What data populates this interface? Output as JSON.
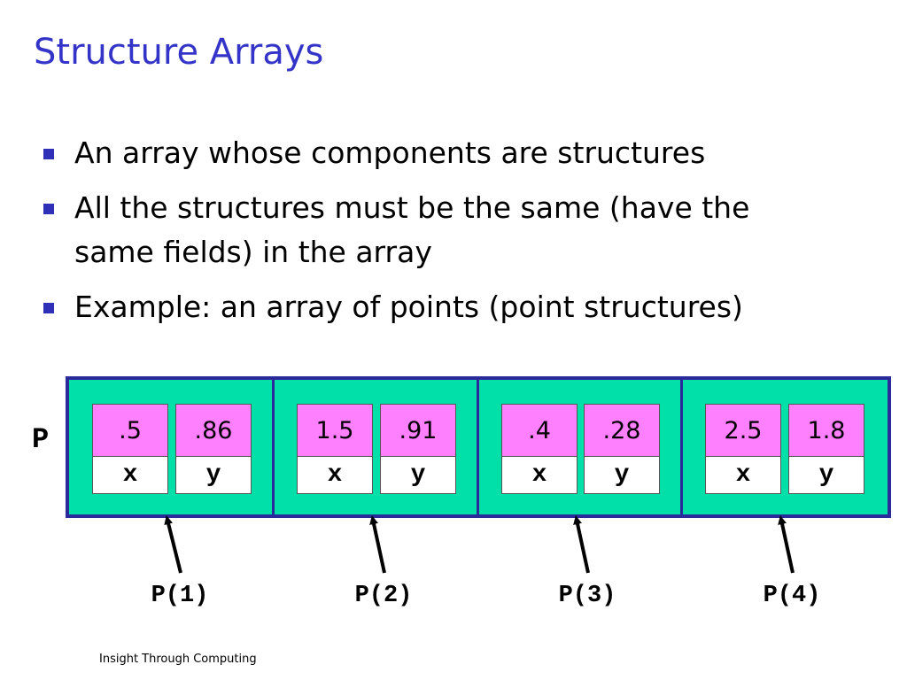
{
  "title": "Structure Arrays",
  "bullets": [
    "An array whose components are structures",
    "All the structures must be the same (have the same fields) in the array",
    "Example: an array of points (point structures)"
  ],
  "array": {
    "name": "P",
    "elements": [
      {
        "index_label": "P(1)",
        "fields": [
          {
            "value": ".5",
            "name": "x"
          },
          {
            "value": ".86",
            "name": "y"
          }
        ]
      },
      {
        "index_label": "P(2)",
        "fields": [
          {
            "value": "1.5",
            "name": "x"
          },
          {
            "value": ".91",
            "name": "y"
          }
        ]
      },
      {
        "index_label": "P(3)",
        "fields": [
          {
            "value": ".4",
            "name": "x"
          },
          {
            "value": ".28",
            "name": "y"
          }
        ]
      },
      {
        "index_label": "P(4)",
        "fields": [
          {
            "value": "2.5",
            "name": "x"
          },
          {
            "value": "1.8",
            "name": "y"
          }
        ]
      }
    ]
  },
  "footer": "Insight Through Computing",
  "colors": {
    "title": "#3434c8",
    "bullet_marker": "#2f2fb8",
    "array_fill": "#00e0a8",
    "array_border": "#2a2a9a",
    "field_value_fill": "#ff80ff",
    "field_name_fill": "#ffffff"
  }
}
